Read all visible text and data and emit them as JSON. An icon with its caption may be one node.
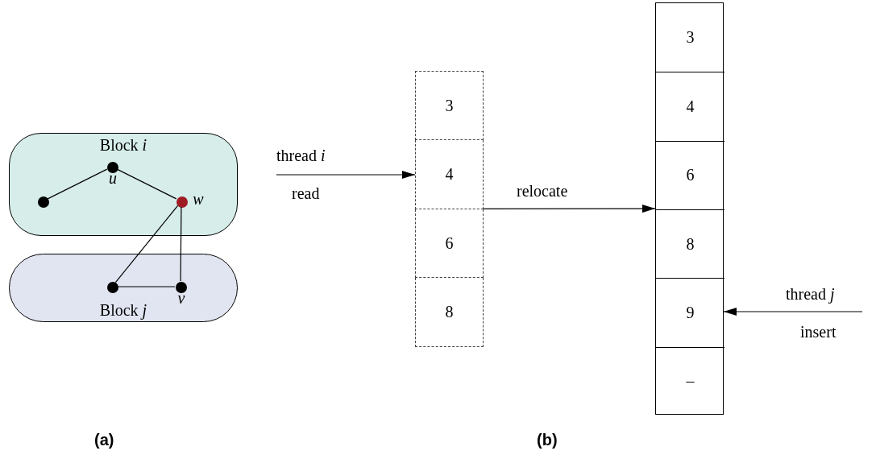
{
  "diagram": {
    "nodes": [
      {
        "text": [
          "Block *i*"
        ]
      },
      {
        "text": [],
        "shape": "circle",
        "in": 0
      },
      {
        "text": [],
        "shape": "circle",
        "in": 0,
        "beside": [
          "u"
        ]
      },
      {
        "text": [],
        "shape": "circle",
        "in": 0,
        "beside": [
          "w"
        ]
      },
      {
        "text": [
          "Block *j*"
        ]
      },
      {
        "text": [],
        "shape": "circle",
        "in": 4
      },
      {
        "text": [],
        "shape": "circle",
        "in": 4,
        "beside": [
          "v"
        ]
      },
      {
        "text": [],
        "shape": "box"
      },
      {
        "text": [
          "3"
        ],
        "in": 7
      },
      {
        "text": [
          "4"
        ],
        "in": 7
      },
      {
        "text": [
          "6"
        ],
        "in": 7
      },
      {
        "text": [
          "8"
        ],
        "in": 7
      },
      {
        "text": [],
        "shape": "box"
      },
      {
        "text": [
          "3"
        ],
        "in": 12
      },
      {
        "text": [
          "4"
        ],
        "in": 12
      },
      {
        "text": [
          "6"
        ],
        "in": 12
      },
      {
        "text": [
          "8"
        ],
        "in": 12
      },
      {
        "text": [
          "9"
        ],
        "in": 12
      },
      {
        "text": [
          "–"
        ],
        "in": 12
      }
    ],
    "edges": [
      {
        "from": 1,
        "to": 2,
        "arrow": "none"
      },
      {
        "from": 2,
        "to": 3,
        "arrow": "none"
      },
      {
        "from": 3,
        "to": 5,
        "arrow": "none"
      },
      {
        "from": 3,
        "to": 6,
        "arrow": "none"
      },
      {
        "from": 5,
        "to": 6,
        "arrow": "none"
      },
      {
        "from": null,
        "to": 9,
        "arrow": "to",
        "label": "thread *i*"
      },
      {
        "from": 7,
        "to": 12,
        "arrow": "to",
        "label": "relocate"
      },
      {
        "from": null,
        "to": 17,
        "arrow": "to",
        "label": "thread *j*"
      }
    ],
    "labels": [
      "read",
      "insert",
      "(a)",
      "(b)"
    ]
  }
}
